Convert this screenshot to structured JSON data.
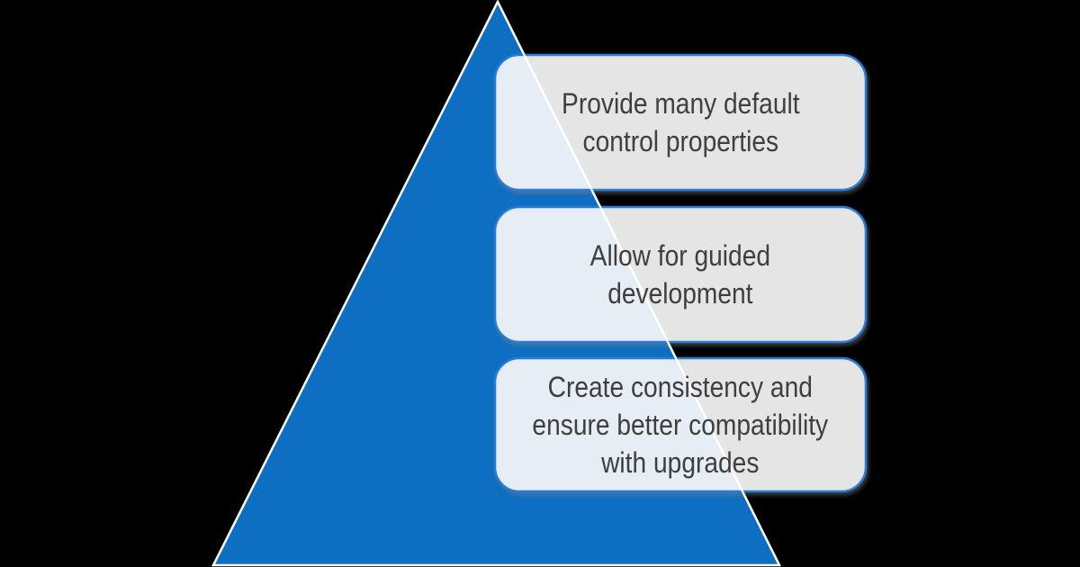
{
  "colors": {
    "background": "#000000",
    "pyramid_fill": "#0E6FC2",
    "pyramid_outline": "#FFFFFF",
    "card_border": "#2A7AD8",
    "card_text": "#3F3F3F"
  },
  "diagram": {
    "type": "pyramid-list",
    "levels": [
      {
        "lines": [
          "Provide many default",
          "control properties"
        ]
      },
      {
        "lines": [
          "Allow for guided",
          "development"
        ]
      },
      {
        "lines": [
          "Create consistency and",
          "ensure better compatibility",
          "with upgrades"
        ]
      }
    ]
  }
}
